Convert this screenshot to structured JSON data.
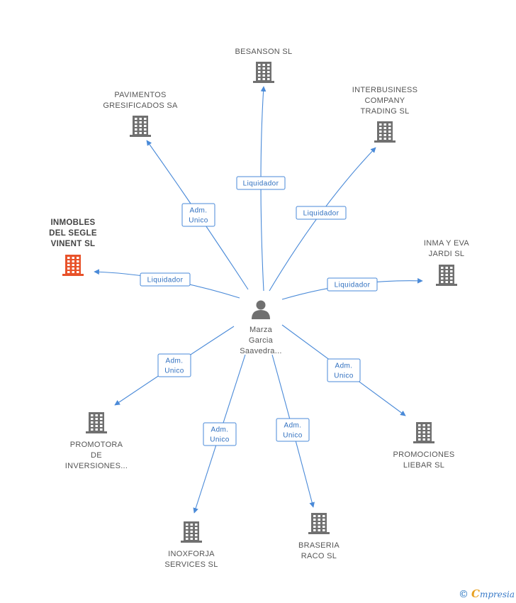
{
  "center": {
    "label": [
      "Marza",
      "Garcia",
      "Saavedra..."
    ]
  },
  "nodes": [
    {
      "id": "besanson",
      "label": [
        "BESANSON SL"
      ],
      "color": "#707070",
      "focus": false
    },
    {
      "id": "pavimentos",
      "label": [
        "PAVIMENTOS",
        "GRESIFICADOS SA"
      ],
      "color": "#707070",
      "focus": false
    },
    {
      "id": "interbusiness",
      "label": [
        "INTERBUSINESS",
        "COMPANY",
        "TRADING SL"
      ],
      "color": "#707070",
      "focus": false
    },
    {
      "id": "inmobles",
      "label": [
        "INMOBLES",
        "DEL SEGLE",
        "VINENT SL"
      ],
      "color": "#e8522a",
      "focus": true
    },
    {
      "id": "inma",
      "label": [
        "INMA Y EVA",
        "JARDI SL"
      ],
      "color": "#707070",
      "focus": false
    },
    {
      "id": "promotora",
      "label": [
        "PROMOTORA",
        "DE",
        "INVERSIONES..."
      ],
      "color": "#707070",
      "focus": false
    },
    {
      "id": "promociones",
      "label": [
        "PROMOCIONES",
        "LIEBAR SL"
      ],
      "color": "#707070",
      "focus": false
    },
    {
      "id": "inoxforja",
      "label": [
        "INOXFORJA",
        "SERVICES SL"
      ],
      "color": "#707070",
      "focus": false
    },
    {
      "id": "braseria",
      "label": [
        "BRASERIA",
        "RACO SL"
      ],
      "color": "#707070",
      "focus": false
    }
  ],
  "edges": [
    {
      "to": "besanson",
      "label": [
        "Liquidador"
      ]
    },
    {
      "to": "pavimentos",
      "label": [
        "Adm.",
        "Unico"
      ]
    },
    {
      "to": "interbusiness",
      "label": [
        "Liquidador"
      ]
    },
    {
      "to": "inmobles",
      "label": [
        "Liquidador"
      ]
    },
    {
      "to": "inma",
      "label": [
        "Liquidador"
      ]
    },
    {
      "to": "promotora",
      "label": [
        "Adm.",
        "Unico"
      ]
    },
    {
      "to": "promociones",
      "label": [
        "Adm.",
        "Unico"
      ]
    },
    {
      "to": "inoxforja",
      "label": [
        "Adm.",
        "Unico"
      ]
    },
    {
      "to": "braseria",
      "label": [
        "Adm.",
        "Unico"
      ]
    }
  ],
  "footer": {
    "copyright": "©",
    "brand_first": "C",
    "brand_rest": "mpresia"
  },
  "colors": {
    "edge": "#4a8ad8",
    "building": "#707070",
    "focus_building": "#e8522a",
    "person": "#707070"
  }
}
